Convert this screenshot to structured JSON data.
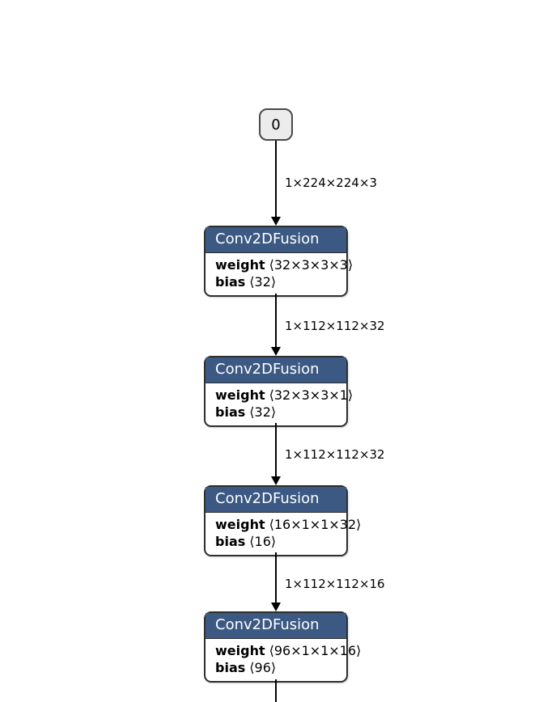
{
  "graph": {
    "input": {
      "label": "0"
    },
    "edges": [
      {
        "shape": "1×224×224×3"
      },
      {
        "shape": "1×112×112×32"
      },
      {
        "shape": "1×112×112×32"
      },
      {
        "shape": "1×112×112×16"
      }
    ],
    "nodes": [
      {
        "type": "Conv2DFusion",
        "attributes": [
          {
            "name": "weight",
            "value": "⟨32×3×3×3⟩"
          },
          {
            "name": "bias",
            "value": "⟨32⟩"
          }
        ]
      },
      {
        "type": "Conv2DFusion",
        "attributes": [
          {
            "name": "weight",
            "value": "⟨32×3×3×1⟩"
          },
          {
            "name": "bias",
            "value": "⟨32⟩"
          }
        ]
      },
      {
        "type": "Conv2DFusion",
        "attributes": [
          {
            "name": "weight",
            "value": "⟨16×1×1×32⟩"
          },
          {
            "name": "bias",
            "value": "⟨16⟩"
          }
        ]
      },
      {
        "type": "Conv2DFusion",
        "attributes": [
          {
            "name": "weight",
            "value": "⟨96×1×1×16⟩"
          },
          {
            "name": "bias",
            "value": "⟨96⟩"
          }
        ]
      }
    ]
  },
  "colors": {
    "node_header_bg": "#3b5983",
    "node_header_text": "#ffffff",
    "node_border": "#2e2e2e",
    "node_body_bg": "#ffffff",
    "input_fill": "#ececec",
    "input_border": "#4a4a4a",
    "edge": "#000000",
    "text": "#000000",
    "background": "#ffffff"
  }
}
